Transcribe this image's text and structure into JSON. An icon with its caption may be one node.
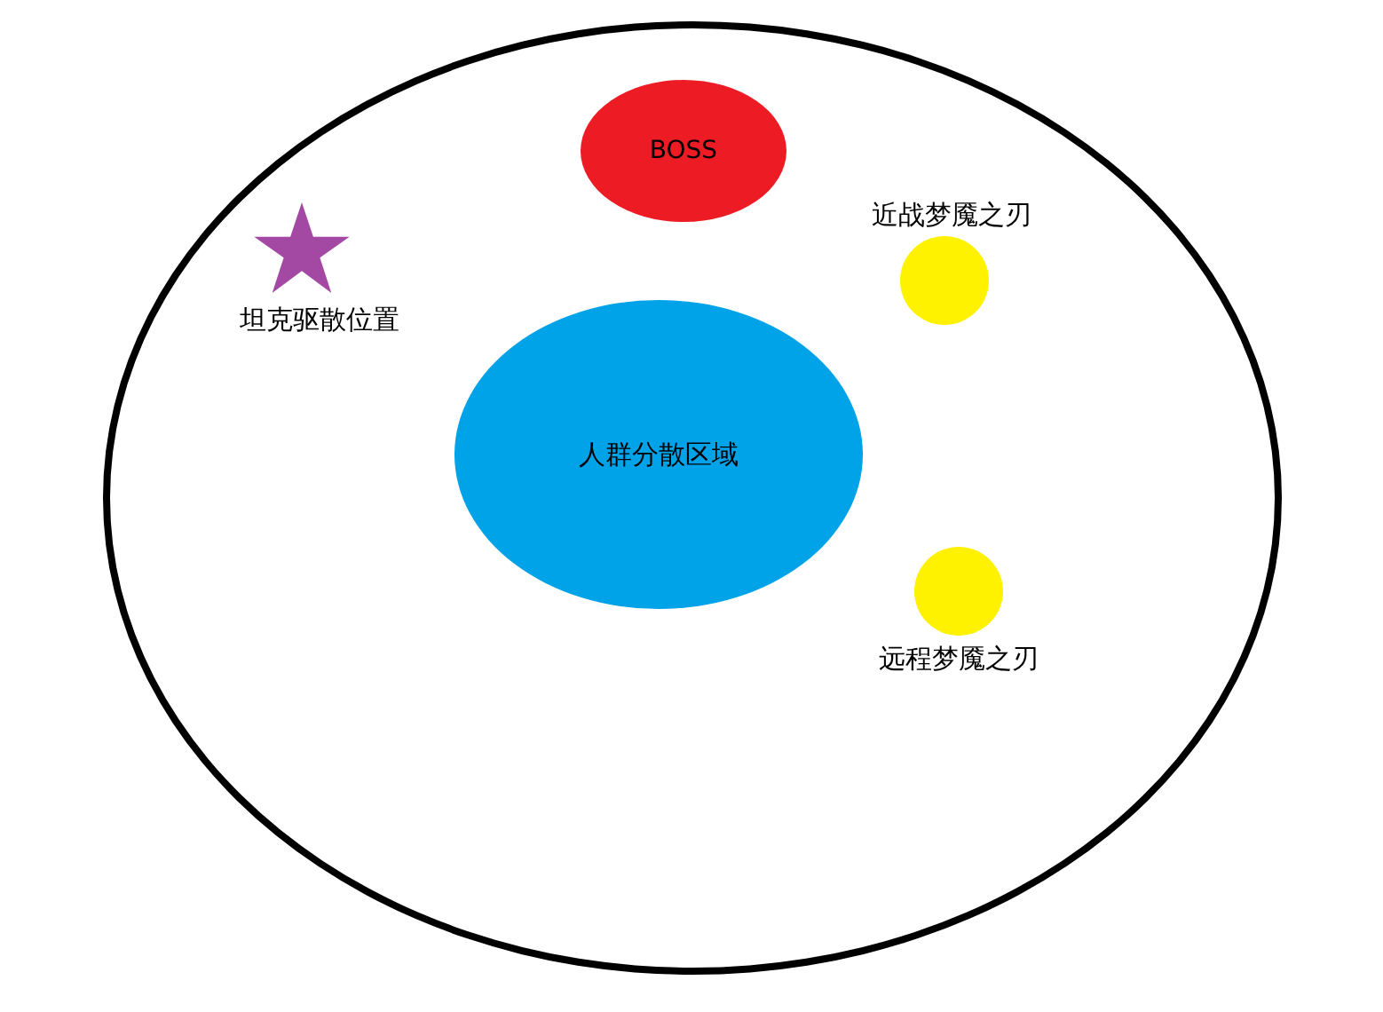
{
  "diagram": {
    "nodes": [
      {
        "text": [],
        "shape": "ellipse"
      },
      {
        "text": [
          "BOSS"
        ],
        "in": 0
      },
      {
        "text": [
          "坦克驱散位置"
        ],
        "in": 0
      },
      {
        "text": [
          "近战梦魇之刃"
        ],
        "in": 0
      },
      {
        "text": [
          "人群分散区域"
        ],
        "in": 0
      },
      {
        "text": [
          "远程梦魇之刃"
        ],
        "in": 0
      }
    ],
    "edges": []
  }
}
